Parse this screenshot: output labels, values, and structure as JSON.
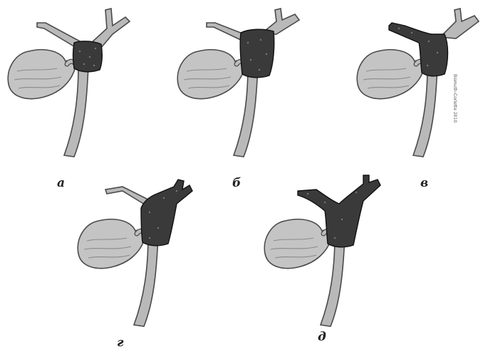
{
  "figure": {
    "panels": [
      {
        "id": "a",
        "label": "а",
        "extent": "common-duct"
      },
      {
        "id": "b",
        "label": "б",
        "extent": "common-duct-extended"
      },
      {
        "id": "c",
        "label": "в",
        "extent": "right-duct"
      },
      {
        "id": "d",
        "label": "г",
        "extent": "left-duct"
      },
      {
        "id": "e",
        "label": "д",
        "extent": "both-ducts"
      }
    ],
    "side_note": "Bismuth-Corlette 2010",
    "colors": {
      "duct": "#b9b9b9",
      "tumor": "#3a3a3a",
      "outline": "#4a4a4a"
    }
  }
}
